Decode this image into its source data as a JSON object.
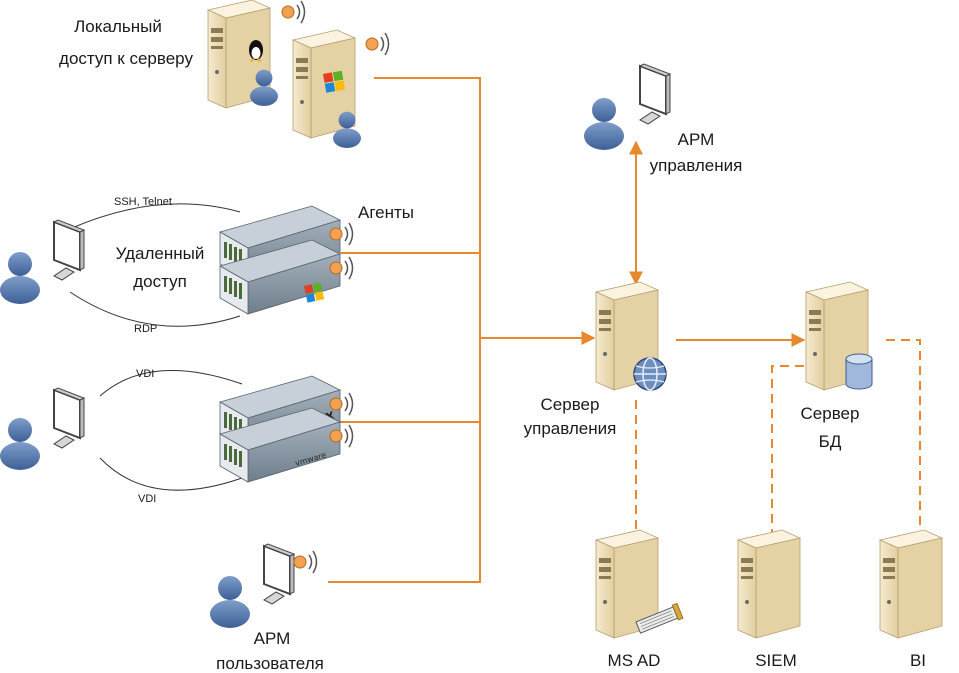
{
  "colors": {
    "line": "#e8882c",
    "server_body": "#f1e3c1",
    "rack": "#7d8d9a",
    "user": "#5b7fb3"
  },
  "labels": {
    "local_access": [
      "Локальный",
      "доступ к серверу"
    ],
    "agents": "Агенты",
    "remote_access": [
      "Удаленный",
      "доступ"
    ],
    "ssh_telnet": "SSH, Telnet",
    "rdp": "RDP",
    "vdi_top": "VDI",
    "vdi_bottom": "VDI",
    "arm_user": [
      "АРМ",
      "пользователя"
    ],
    "arm_admin": [
      "АРМ",
      "управления"
    ],
    "mgmt_server": [
      "Сервер",
      "управления"
    ],
    "db_server": [
      "Сервер",
      "БД"
    ],
    "ms_ad": "MS AD",
    "siem": "SIEM",
    "bi": "BI"
  },
  "badges": {
    "citrix": "CITRIX",
    "vmware": "vmware"
  },
  "icons": [
    "linux-icon",
    "windows-icon",
    "globe-icon",
    "database-icon",
    "wireless-icon",
    "user-icon",
    "monitor-icon",
    "server-icon",
    "rack-server-icon",
    "network-card-icon"
  ]
}
